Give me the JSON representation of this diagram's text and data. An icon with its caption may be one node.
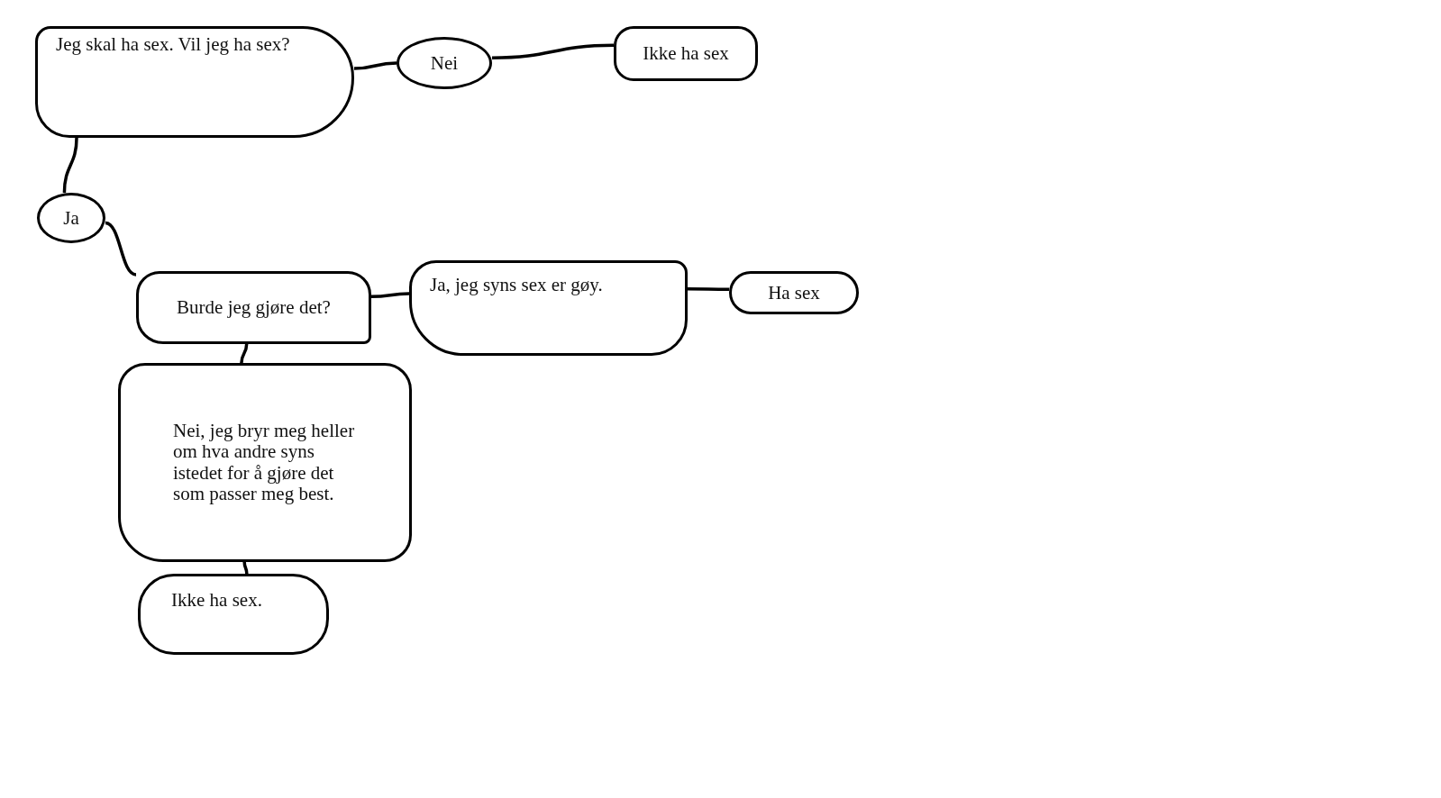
{
  "diagram": {
    "nodes": [
      {
        "text": [
          "Jeg skal ha sex. Vil jeg ha sex?"
        ]
      },
      {
        "text": [
          "Nei"
        ]
      },
      {
        "text": [
          "Ikke ha sex"
        ]
      },
      {
        "text": [
          "Ja"
        ]
      },
      {
        "text": [
          "Burde jeg gjøre det?"
        ]
      },
      {
        "text": [
          "Ja, jeg syns sex er gøy."
        ]
      },
      {
        "text": [
          "Ha sex"
        ]
      },
      {
        "text": [
          "Nei, jeg bryr meg heller om hva andre syns istedet for å gjøre det som passer meg best."
        ]
      },
      {
        "text": [
          "Ikke ha sex."
        ]
      }
    ],
    "edges": [
      {
        "from": 0,
        "to": 1,
        "arrow": "none"
      },
      {
        "from": 1,
        "to": 2,
        "arrow": "none"
      },
      {
        "from": 0,
        "to": 3,
        "arrow": "none"
      },
      {
        "from": 3,
        "to": 4,
        "arrow": "none"
      },
      {
        "from": 4,
        "to": 5,
        "arrow": "none"
      },
      {
        "from": 5,
        "to": 6,
        "arrow": "none"
      },
      {
        "from": 4,
        "to": 7,
        "arrow": "none"
      },
      {
        "from": 7,
        "to": 8,
        "arrow": "none"
      }
    ]
  }
}
